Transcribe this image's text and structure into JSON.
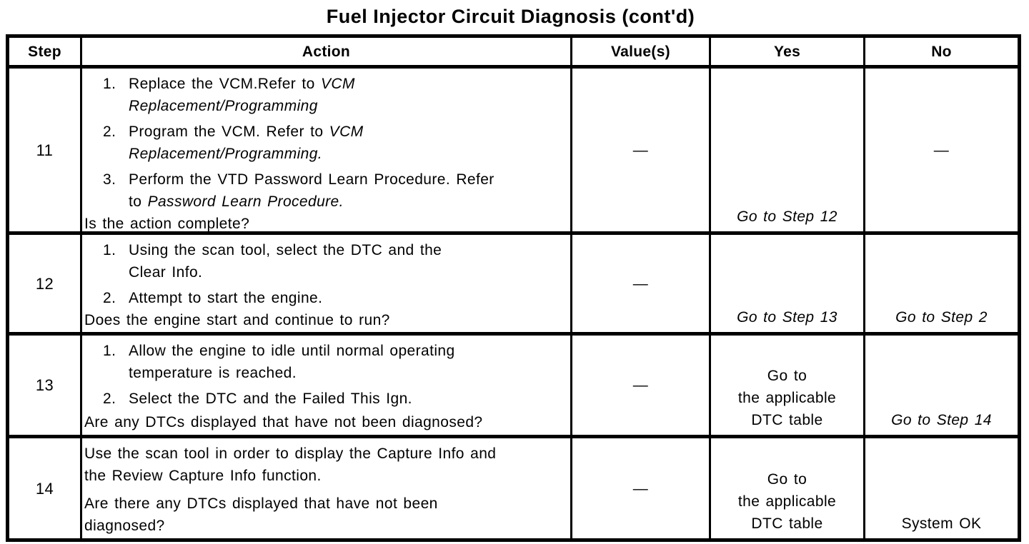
{
  "title": "Fuel Injector Circuit Diagnosis (cont'd)",
  "colors": {
    "ink": "#000000",
    "paper": "#ffffff"
  },
  "table": {
    "headers": [
      "Step",
      "Action",
      "Value(s)",
      "Yes",
      "No"
    ],
    "rows": [
      {
        "step": "11",
        "items": [
          {
            "num": "1.",
            "segments": [
              {
                "t": "Replace the VCM.Refer to ",
                "i": false
              },
              {
                "t": "VCM\nReplacement/Programming",
                "i": true
              }
            ]
          },
          {
            "num": "2.",
            "segments": [
              {
                "t": "Program the VCM. Refer to ",
                "i": false
              },
              {
                "t": "VCM\nReplacement/Programming.",
                "i": true
              }
            ]
          },
          {
            "num": "3.",
            "segments": [
              {
                "t": "Perform the VTD Password Learn Procedure. Refer\nto ",
                "i": false
              },
              {
                "t": "Password Learn Procedure.",
                "i": true
              }
            ]
          }
        ],
        "paragraphs": [],
        "question": "Is the action complete?",
        "values": {
          "text": "—",
          "italic": false,
          "align": "middle"
        },
        "yes": {
          "text": "Go to Step 12",
          "italic": true,
          "align": "bottom"
        },
        "no": {
          "text": "—",
          "italic": false,
          "align": "middle"
        }
      },
      {
        "step": "12",
        "items": [
          {
            "num": "1.",
            "segments": [
              {
                "t": "Using the scan tool, select the DTC and the\nClear Info.",
                "i": false
              }
            ]
          },
          {
            "num": "2.",
            "segments": [
              {
                "t": "Attempt to start the engine.",
                "i": false
              }
            ]
          }
        ],
        "paragraphs": [],
        "question": "Does the engine start and continue to run?",
        "values": {
          "text": "—",
          "italic": false,
          "align": "middle"
        },
        "yes": {
          "text": "Go to Step 13",
          "italic": true,
          "align": "bottom"
        },
        "no": {
          "text": "Go to Step 2",
          "italic": true,
          "align": "bottom"
        }
      },
      {
        "step": "13",
        "items": [
          {
            "num": "1.",
            "segments": [
              {
                "t": "Allow the engine to idle until normal operating\ntemperature is reached.",
                "i": false
              }
            ]
          },
          {
            "num": "2.",
            "segments": [
              {
                "t": "Select the DTC and the Failed This Ign.",
                "i": false
              }
            ]
          }
        ],
        "paragraphs": [],
        "question": "Are any DTCs displayed that have not been diagnosed?",
        "values": {
          "text": "—",
          "italic": false,
          "align": "middle"
        },
        "yes": {
          "text": "Go to\nthe applicable\nDTC table",
          "italic": false,
          "align": "bottom"
        },
        "no": {
          "text": "Go to Step 14",
          "italic": true,
          "align": "bottom"
        }
      },
      {
        "step": "14",
        "items": [],
        "paragraphs": [
          "Use the scan tool in order to display the Capture Info and\nthe Review Capture Info function."
        ],
        "question": "Are there any DTCs displayed that have not been\ndiagnosed?",
        "values": {
          "text": "—",
          "italic": false,
          "align": "middle"
        },
        "yes": {
          "text": "Go to\nthe applicable\nDTC table",
          "italic": false,
          "align": "bottom"
        },
        "no": {
          "text": "System OK",
          "italic": false,
          "align": "bottom"
        }
      }
    ]
  }
}
